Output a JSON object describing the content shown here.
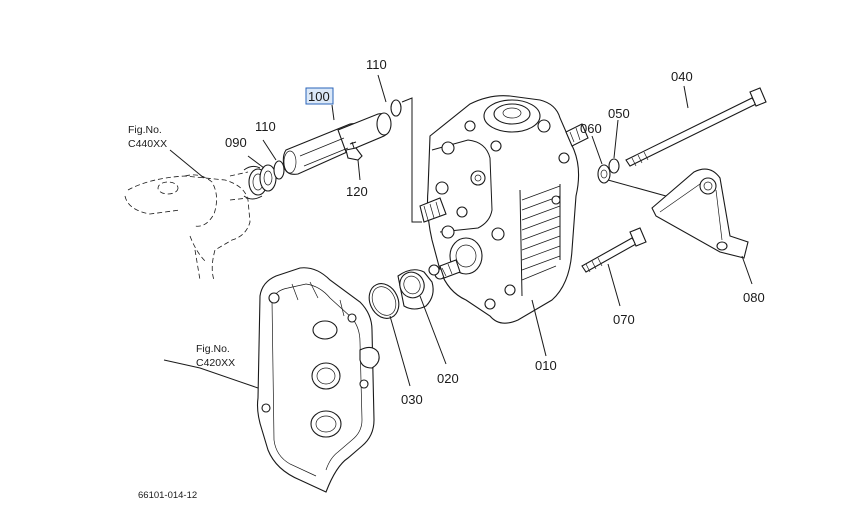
{
  "diagram": {
    "callouts": [
      {
        "id": "100",
        "text": "100",
        "highlighted": true
      },
      {
        "id": "110a",
        "text": "110"
      },
      {
        "id": "110b",
        "text": "110"
      },
      {
        "id": "090",
        "text": "090"
      },
      {
        "id": "120",
        "text": "120"
      },
      {
        "id": "040",
        "text": "040"
      },
      {
        "id": "050",
        "text": "050"
      },
      {
        "id": "060",
        "text": "060"
      },
      {
        "id": "080",
        "text": "080"
      },
      {
        "id": "070",
        "text": "070"
      },
      {
        "id": "010",
        "text": "010"
      },
      {
        "id": "020",
        "text": "020"
      },
      {
        "id": "030",
        "text": "030"
      }
    ],
    "fig_refs": [
      {
        "line1": "Fig.No.",
        "line2": "C440XX"
      },
      {
        "line1": "Fig.No.",
        "line2": "C420XX"
      }
    ],
    "drawing_code": "66101-014-12",
    "highlight_color": "#dbe8f8"
  }
}
